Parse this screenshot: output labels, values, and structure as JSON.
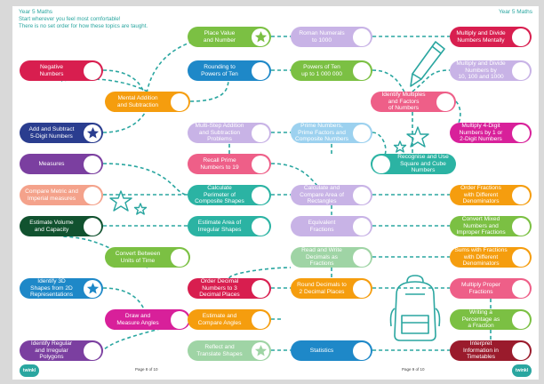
{
  "header": {
    "corner_left": "Year 5 Maths",
    "corner_right": "Year 5 Maths",
    "intro_line1": "Start wherever you feel most comfortable!",
    "intro_line2": "There is no set order for how these topics are taught."
  },
  "footer": {
    "page_left": "Page 8 of 10",
    "page_right": "Page 9 of 10",
    "logo_left": "twinkl",
    "logo_right": "twinkl"
  },
  "colors": {
    "path": "#2aa6a0",
    "green": "#7bc043",
    "lavender": "#c8b3e6",
    "red": "#d81e4f",
    "orange": "#f59d0e",
    "blue": "#1e88c8",
    "navy": "#2a3d8f",
    "sky": "#58b6e6",
    "pink": "#ee5f88",
    "violet": "#7b3fa0",
    "salmon": "#f4a28b",
    "teal": "#2bb3a3",
    "darkgreen": "#11522f",
    "magenta": "#d8209a",
    "darkred": "#9a1b2c",
    "lightblue": "#9cd1ef",
    "sage": "#9fd4a5"
  },
  "topics": [
    {
      "id": "place-value",
      "label": "Place Value\nand Number",
      "color": "green",
      "icon": "star"
    },
    {
      "id": "roman-numerals",
      "label": "Roman Numerals\nto 1000",
      "color": "lavender",
      "icon": "none"
    },
    {
      "id": "multiply-divide-mentally",
      "label": "Multiply and Divide\nNumbers Mentally",
      "color": "red",
      "icon": "none"
    },
    {
      "id": "negative-numbers",
      "label": "Negative\nNumbers",
      "color": "red",
      "icon": "none"
    },
    {
      "id": "rounding-powers",
      "label": "Rounding to\nPowers of Ten",
      "color": "blue",
      "icon": "none"
    },
    {
      "id": "powers-of-ten",
      "label": "Powers of Ten\nup to 1 000 000",
      "color": "green",
      "icon": "none"
    },
    {
      "id": "multiply-divide-10",
      "label": "Multiply and Divide\nNumbers by\n10, 100 and 1000",
      "color": "lavender",
      "icon": "none"
    },
    {
      "id": "mental-addition",
      "label": "Mental Addition\nand Subtraction",
      "color": "orange",
      "icon": "none"
    },
    {
      "id": "identify-multiples",
      "label": "Identify Multiples\nand Factors\nof Numbers",
      "color": "pink",
      "icon": "none"
    },
    {
      "id": "add-subtract-5digit",
      "label": "Add and Subtract\n5-Digit Numbers",
      "color": "navy",
      "icon": "star"
    },
    {
      "id": "multistep",
      "label": "Multi-Step Addition\nand Subtraction\nProblems",
      "color": "lavender",
      "icon": "none"
    },
    {
      "id": "prime-numbers",
      "label": "Prime Numbers,\nPrime Factors and\nComposite Numbers",
      "color": "lightblue",
      "icon": "none"
    },
    {
      "id": "multiply-4digit",
      "label": "Multiply 4-Digit\nNumbers by 1 or\n2-Digit Numbers",
      "color": "magenta",
      "icon": "none"
    },
    {
      "id": "recall-primes",
      "label": "Recall Prime\nNumbers to 19",
      "color": "pink",
      "icon": "none"
    },
    {
      "id": "square-cube",
      "label": "Recognise and Use\nSquare and Cube\nNumbers",
      "color": "teal",
      "icon": "none"
    },
    {
      "id": "measures",
      "label": "Measures",
      "color": "violet",
      "icon": "none"
    },
    {
      "id": "compare-metric",
      "label": "Compare Metric and\nImperial measures",
      "color": "salmon",
      "icon": "none"
    },
    {
      "id": "perimeter",
      "label": "Calculate\nPerimeter of\nComposite Shapes",
      "color": "teal",
      "icon": "none"
    },
    {
      "id": "area-rectangles",
      "label": "Calculate and\nCompare Area of\nRectangles",
      "color": "lavender",
      "icon": "none"
    },
    {
      "id": "order-fractions",
      "label": "Order Fractions\nwith Different\nDenominators",
      "color": "orange",
      "icon": "none"
    },
    {
      "id": "volume",
      "label": "Estimate Volume\nand Capacity",
      "color": "darkgreen",
      "icon": "none"
    },
    {
      "id": "irregular-area",
      "label": "Estimate Area of\nIrregular Shapes",
      "color": "teal",
      "icon": "none"
    },
    {
      "id": "equivalent-fractions",
      "label": "Equivalent\nFractions",
      "color": "lavender",
      "icon": "none"
    },
    {
      "id": "mixed-numbers",
      "label": "Convert Mixed\nNumbers and\nImproper Fractions",
      "color": "green",
      "icon": "none"
    },
    {
      "id": "units-of-time",
      "label": "Convert Between\nUnits of Time",
      "color": "green",
      "icon": "none"
    },
    {
      "id": "read-decimals",
      "label": "Read and Write\nDecimals as\nFractions",
      "color": "sage",
      "icon": "none"
    },
    {
      "id": "sums-fractions",
      "label": "Sums with Fractions\nwith Different\nDenominators",
      "color": "orange",
      "icon": "none"
    },
    {
      "id": "3d-shapes",
      "label": "Identify 3D\nShapes from 2D\nRepresentations",
      "color": "blue",
      "icon": "star"
    },
    {
      "id": "order-decimals",
      "label": "Order Decimal\nNumbers to 3\nDecimal Places",
      "color": "red",
      "icon": "none"
    },
    {
      "id": "round-decimals",
      "label": "Round Decimals to\n2 Decimal Places",
      "color": "orange",
      "icon": "none"
    },
    {
      "id": "multiply-fractions",
      "label": "Multiply Proper\nFractions",
      "color": "pink",
      "icon": "none"
    },
    {
      "id": "angles",
      "label": "Draw and\nMeasure Angles",
      "color": "magenta",
      "icon": "none"
    },
    {
      "id": "estimate-angles",
      "label": "Estimate and\nCompare Angles",
      "color": "orange",
      "icon": "none"
    },
    {
      "id": "percentage",
      "label": "Writing a\nPercentage as\na Fraction",
      "color": "green",
      "icon": "none"
    },
    {
      "id": "polygons",
      "label": "Identify Regular\nand Irregular\nPolygons",
      "color": "violet",
      "icon": "none"
    },
    {
      "id": "reflect-translate",
      "label": "Reflect and\nTranslate Shapes",
      "color": "sage",
      "icon": "star"
    },
    {
      "id": "statistics",
      "label": "Statistics",
      "color": "blue",
      "icon": "none"
    },
    {
      "id": "timetables",
      "label": "Interpret\nInformation in\nTimetables",
      "color": "darkred",
      "icon": "none"
    }
  ]
}
